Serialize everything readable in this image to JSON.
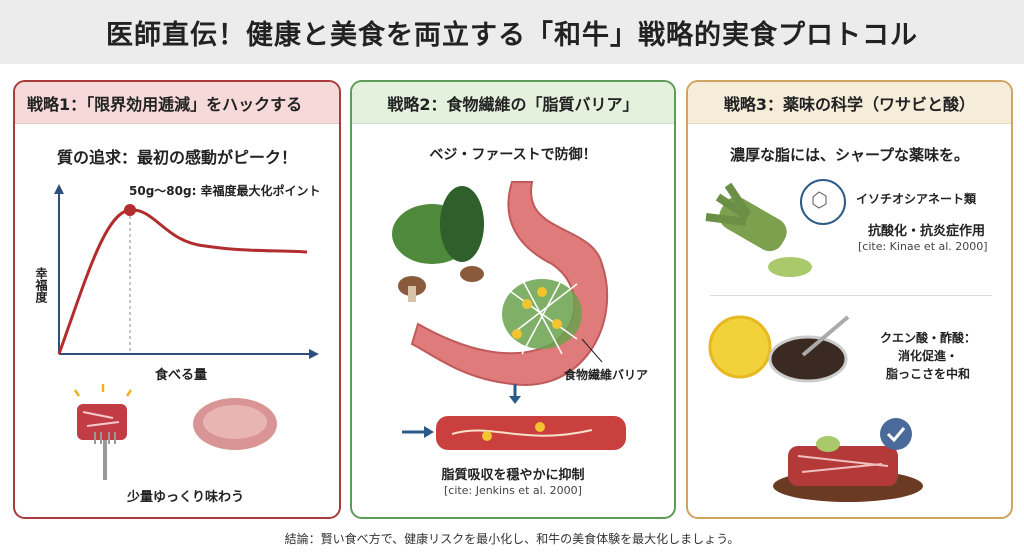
{
  "title": "医師直伝！健康と美食を両立する「和牛」戦略的実食プロトコル",
  "panels": [
    {
      "header": "戦略1：「限界効用逓減」をハックする",
      "subtitle": "質の追求：最初の感動がピーク！",
      "peak_label": "50g〜80g: 幸福度最大化ポイント",
      "y_axis": "幸福度",
      "x_axis": "食べる量",
      "caption": "少量ゆっくり味わう"
    },
    {
      "header": "戦略2：食物繊維の「脂質バリア」",
      "subtitle": "ベジ・ファーストで防御！",
      "barrier_label": "食物繊維バリア",
      "caption": "脂質吸収を穏やかに抑制",
      "cite": "[cite: Jenkins et al. 2000]"
    },
    {
      "header": "戦略3：薬味の科学（ワサビと酸）",
      "subtitle": "濃厚な脂には、シャープな薬味を。",
      "compound": "イソチオシアネート類",
      "effect": "抗酸化・抗炎症作用",
      "cite": "[cite: Kinae et al. 2000]",
      "acid_lines": [
        "クエン酸・酢酸：",
        "消化促進・",
        "脂っこさを中和"
      ]
    }
  ],
  "footer": "結論：賢い食べ方で、健康リスクを最小化し、和牛の美食体験を最大化しましょう。"
}
